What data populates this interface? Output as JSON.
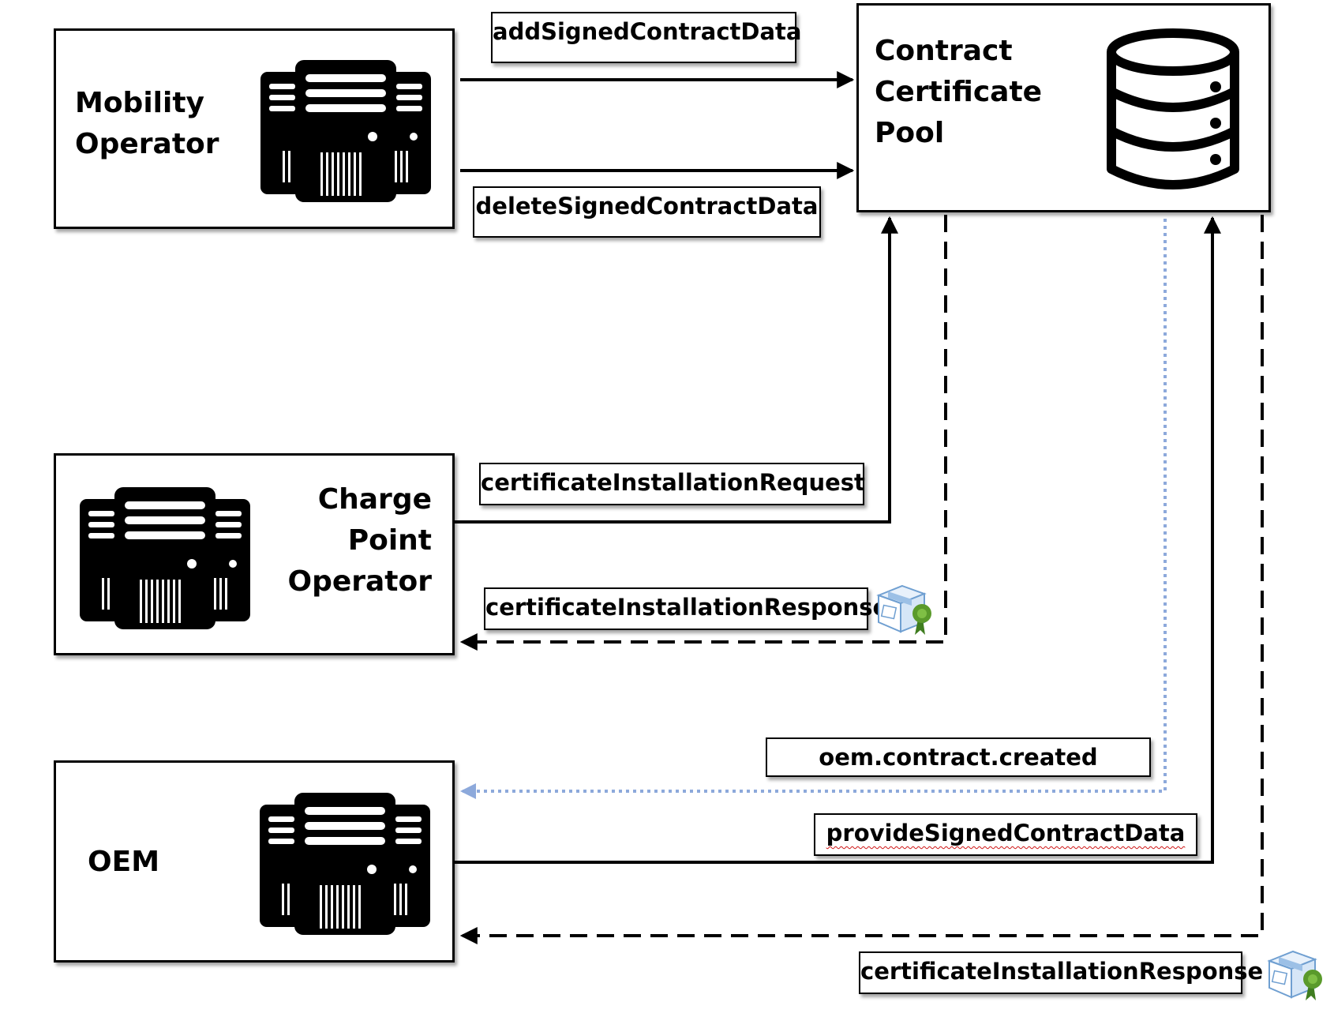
{
  "nodes": {
    "mobility_operator": {
      "lines": [
        "Mobility",
        "Operator"
      ]
    },
    "contract_certificate_pool": {
      "lines": [
        "Contract",
        "Certificate",
        "Pool"
      ]
    },
    "charge_point_operator": {
      "lines": [
        "Charge",
        "Point",
        "Operator"
      ]
    },
    "oem": {
      "lines": [
        "OEM"
      ]
    }
  },
  "messages": {
    "add_signed_contract_data": "addSignedContractData",
    "delete_signed_contract_data": "deleteSignedContractData",
    "certificate_installation_request": "certificateInstallationRequest",
    "certificate_installation_response_cpo": "certificateInstallationResponse",
    "oem_contract_created": "oem.contract.created",
    "provide_signed_contract_data": "provideSignedContractData",
    "certificate_installation_response_oem": "certificateInstallationResponse"
  },
  "icons": {
    "server": "server-rack-icon",
    "database": "database-icon",
    "certificate": "certificate-package-icon"
  },
  "colors": {
    "line": "#000000",
    "event_line": "#8da9db",
    "seal": "#5a9a2b",
    "package": "#6f9fd1",
    "spellcheck": "#d01616"
  }
}
